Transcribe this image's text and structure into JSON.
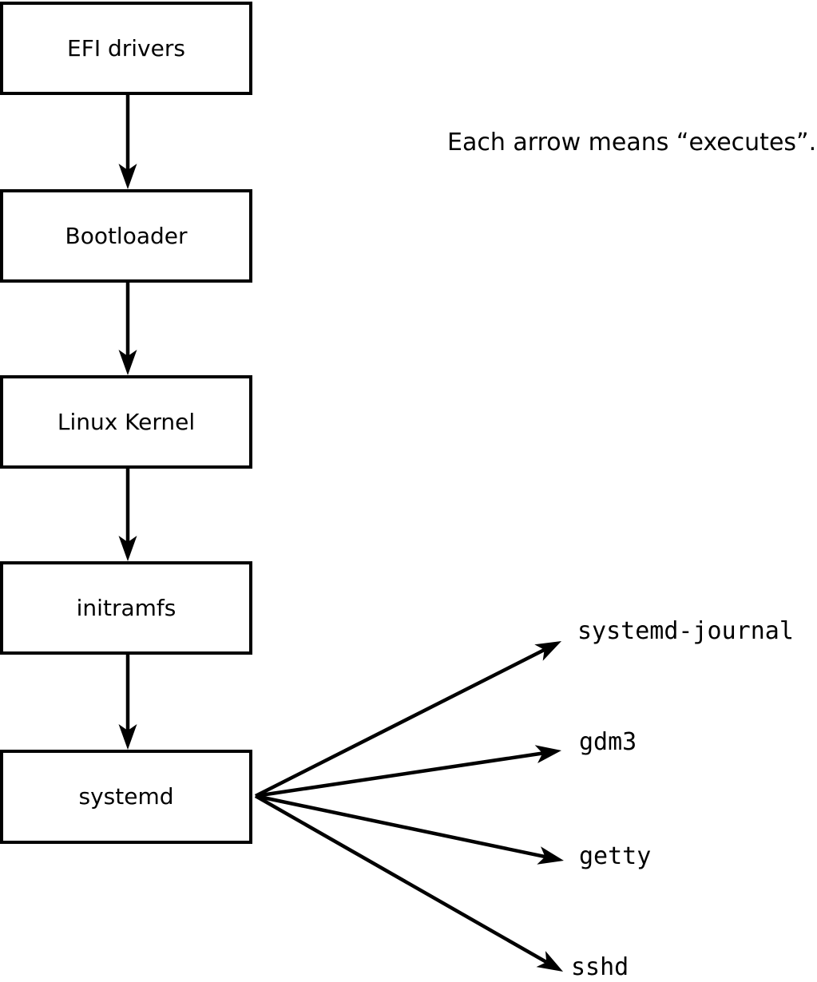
{
  "diagram": {
    "annotation": "Each arrow means “executes”.",
    "edge_meaning": "executes",
    "chain": [
      {
        "label": "EFI drivers"
      },
      {
        "label": "Bootloader"
      },
      {
        "label": "Linux Kernel"
      },
      {
        "label": "initramfs"
      },
      {
        "label": "systemd"
      }
    ],
    "spawned": [
      {
        "label": "systemd-journal"
      },
      {
        "label": "gdm3"
      },
      {
        "label": "getty"
      },
      {
        "label": "sshd"
      }
    ],
    "colors": {
      "ink": "#000000",
      "background": "#ffffff",
      "node_fill": "#ffffff"
    }
  }
}
